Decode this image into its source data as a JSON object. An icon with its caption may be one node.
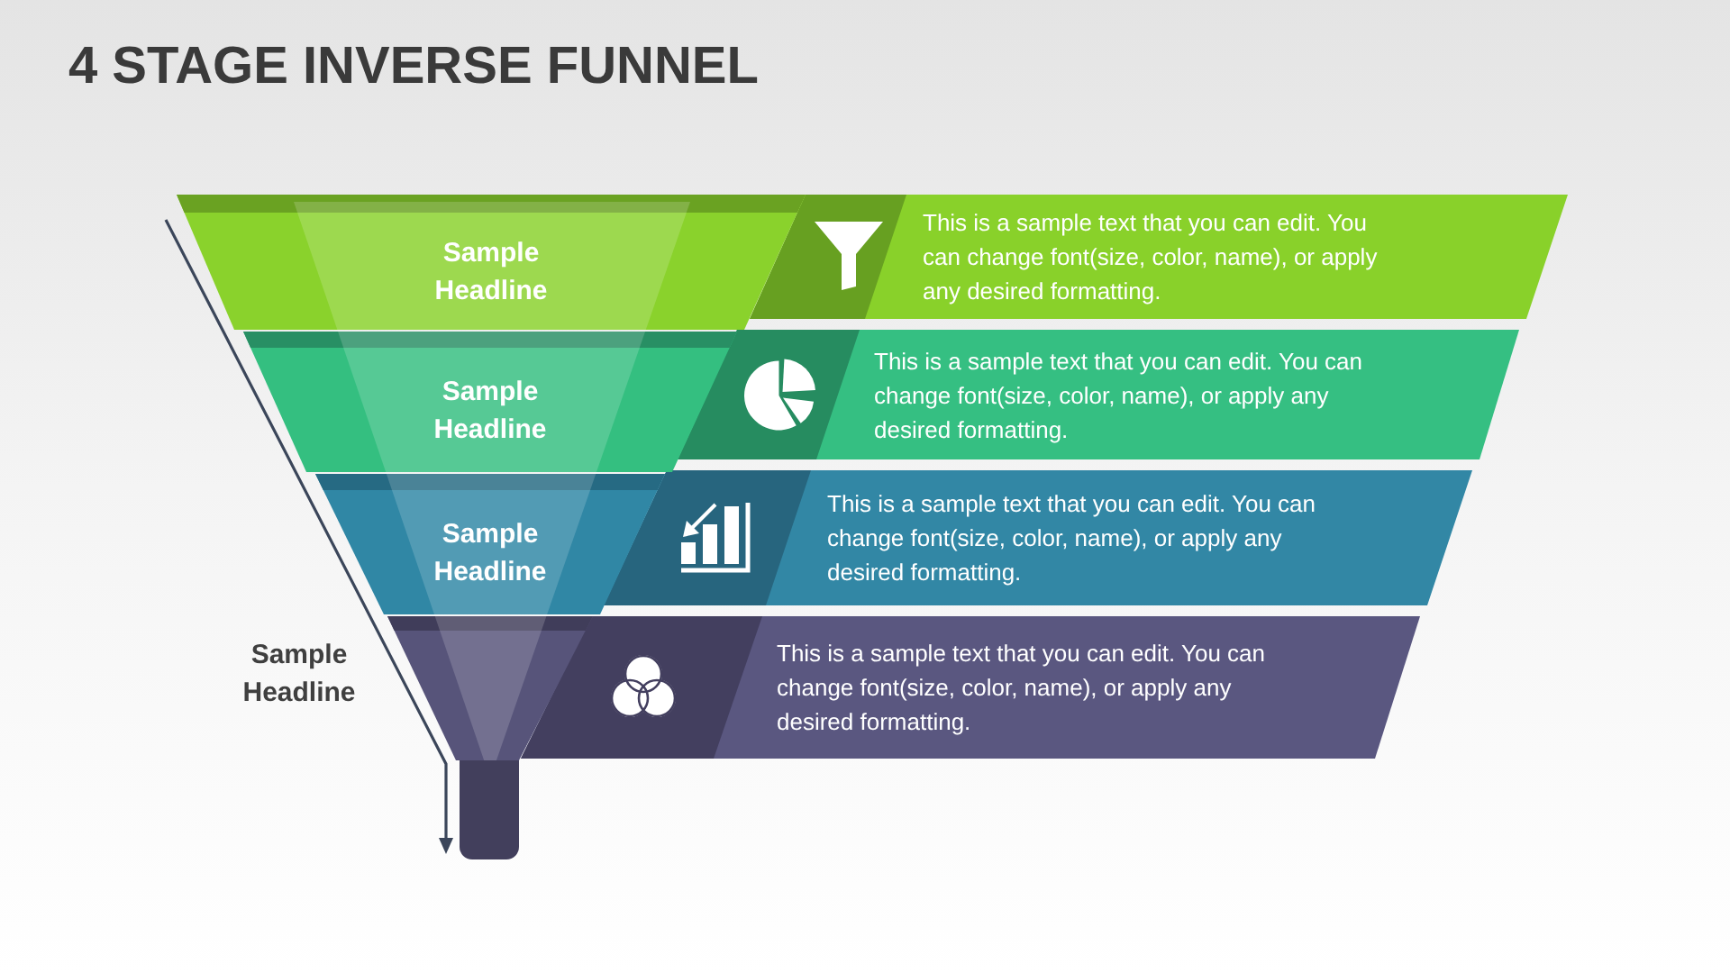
{
  "diagram": {
    "title": "4 STAGE INVERSE FUNNEL",
    "nodes": [
      {
        "text": [
          "Sample Headline"
        ]
      },
      {
        "text": [
          "This is a sample text that you can edit. You can change font(size, color, name), or apply any desired formatting."
        ]
      },
      {
        "text": [
          "Sample Headline"
        ]
      },
      {
        "text": [
          "This is a sample text that you can edit. You can change font(size, color, name), or apply any desired formatting."
        ]
      },
      {
        "text": [
          "Sample Headline"
        ]
      },
      {
        "text": [
          "This is a sample text that you can edit. You can change font(size, color, name), or apply any desired formatting."
        ]
      },
      {
        "text": [],
        "shape": "trapezoid"
      },
      {
        "text": [
          "This is a sample text that you can edit. You can change font(size, color, name), or apply any desired formatting."
        ]
      }
    ],
    "labels": [
      "Sample Headline"
    ]
  }
}
